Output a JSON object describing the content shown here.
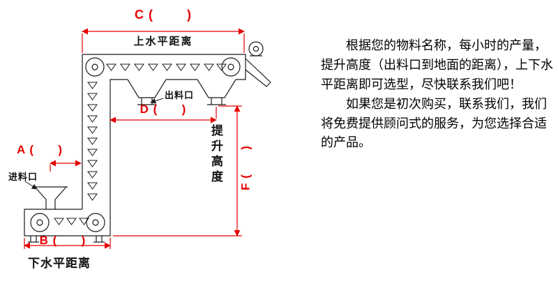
{
  "diagram": {
    "labels": {
      "dim_c": "C (        )",
      "upper_horizontal": "上水平距离",
      "dim_d": "D (      )",
      "outlet": "出料口",
      "dim_a": "A (      )",
      "inlet": "进料口",
      "dim_b": "B (      )",
      "lower_horizontal": "下水平距离",
      "lift_height": "提升高度",
      "dim_f": "F (      )"
    },
    "colors": {
      "dimension_red": "#e60000",
      "line_black": "#1a1a1a"
    }
  },
  "info": {
    "paragraph1": "根据您的物料名称，每小时的产量，提升高度（出料口到地面的距离），上下水平距离即可选型，尽快联系我们吧！",
    "paragraph2": "如果您是初次购买，联系我们，我们将免费提供顾问式的服务，为您选择合适的产品。"
  }
}
